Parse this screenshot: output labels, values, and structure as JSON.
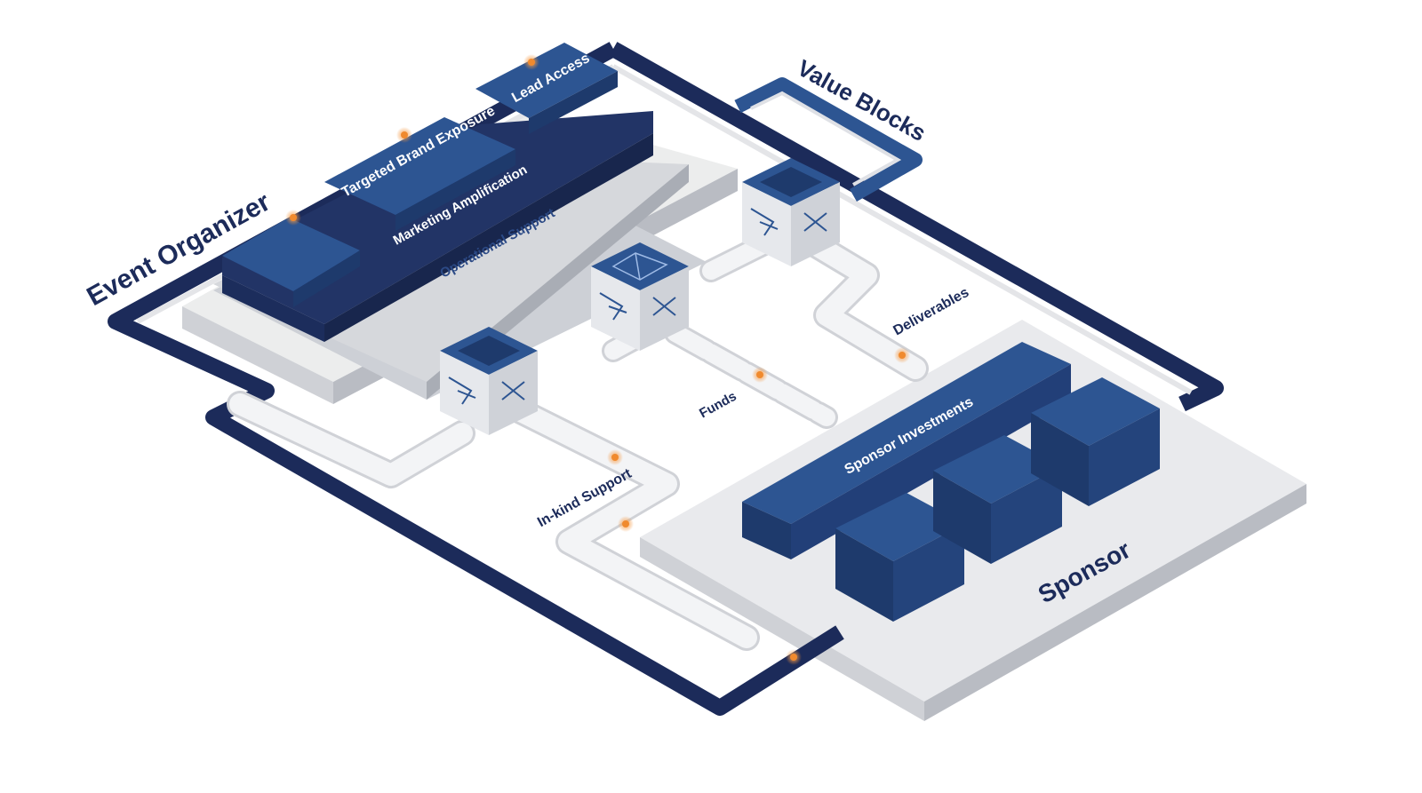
{
  "parties": {
    "organizer": "Event Organizer",
    "sponsor": "Sponsor"
  },
  "value_blocks_title": "Value Blocks",
  "organizer_stack": {
    "blocks": [
      "Targeted Brand Exposure",
      "Lead Access"
    ],
    "layer_1": "Marketing Amplification",
    "layer_2": "Operational Support"
  },
  "sponsor_stack": {
    "bar": "Sponsor Investments"
  },
  "flows": {
    "deliverables": "Deliverables",
    "funds": "Funds",
    "in_kind": "In-kind Support"
  },
  "colors": {
    "navy": "#1c2b5a",
    "blue": "#2d5592",
    "slate": "#e6e7ea",
    "accent": "#f08a2e"
  }
}
